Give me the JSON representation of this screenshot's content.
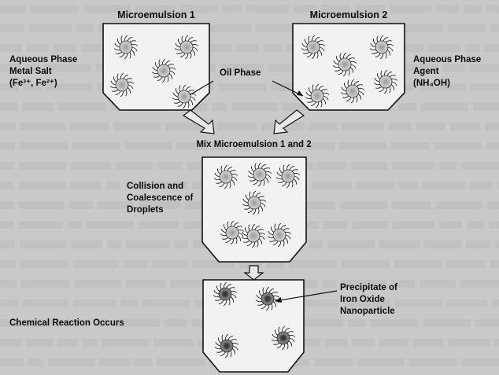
{
  "diagram": {
    "microemulsion_1_title": "Microemulsion 1",
    "microemulsion_2_title": "Microemulsion 2",
    "left_label": {
      "line1": "Aqueous Phase",
      "line2": "Metal Salt",
      "line3": "(Fe³⁺, Fe²⁺)"
    },
    "right_label": {
      "line1": "Aqueous Phase",
      "line2": "Agent",
      "line3": "(NH₄OH)"
    },
    "oil_phase_label": "Oil Phase",
    "mix_label": "Mix Microemulsion 1 and 2",
    "collision_label": {
      "line1": "Collision and",
      "line2": "Coalescence of",
      "line3": "Droplets"
    },
    "reaction_label": "Chemical Reaction Occurs",
    "precipitate_label": {
      "line1": "Precipitate of",
      "line2": "Iron Oxide",
      "line3": "Nanoparticle"
    }
  }
}
